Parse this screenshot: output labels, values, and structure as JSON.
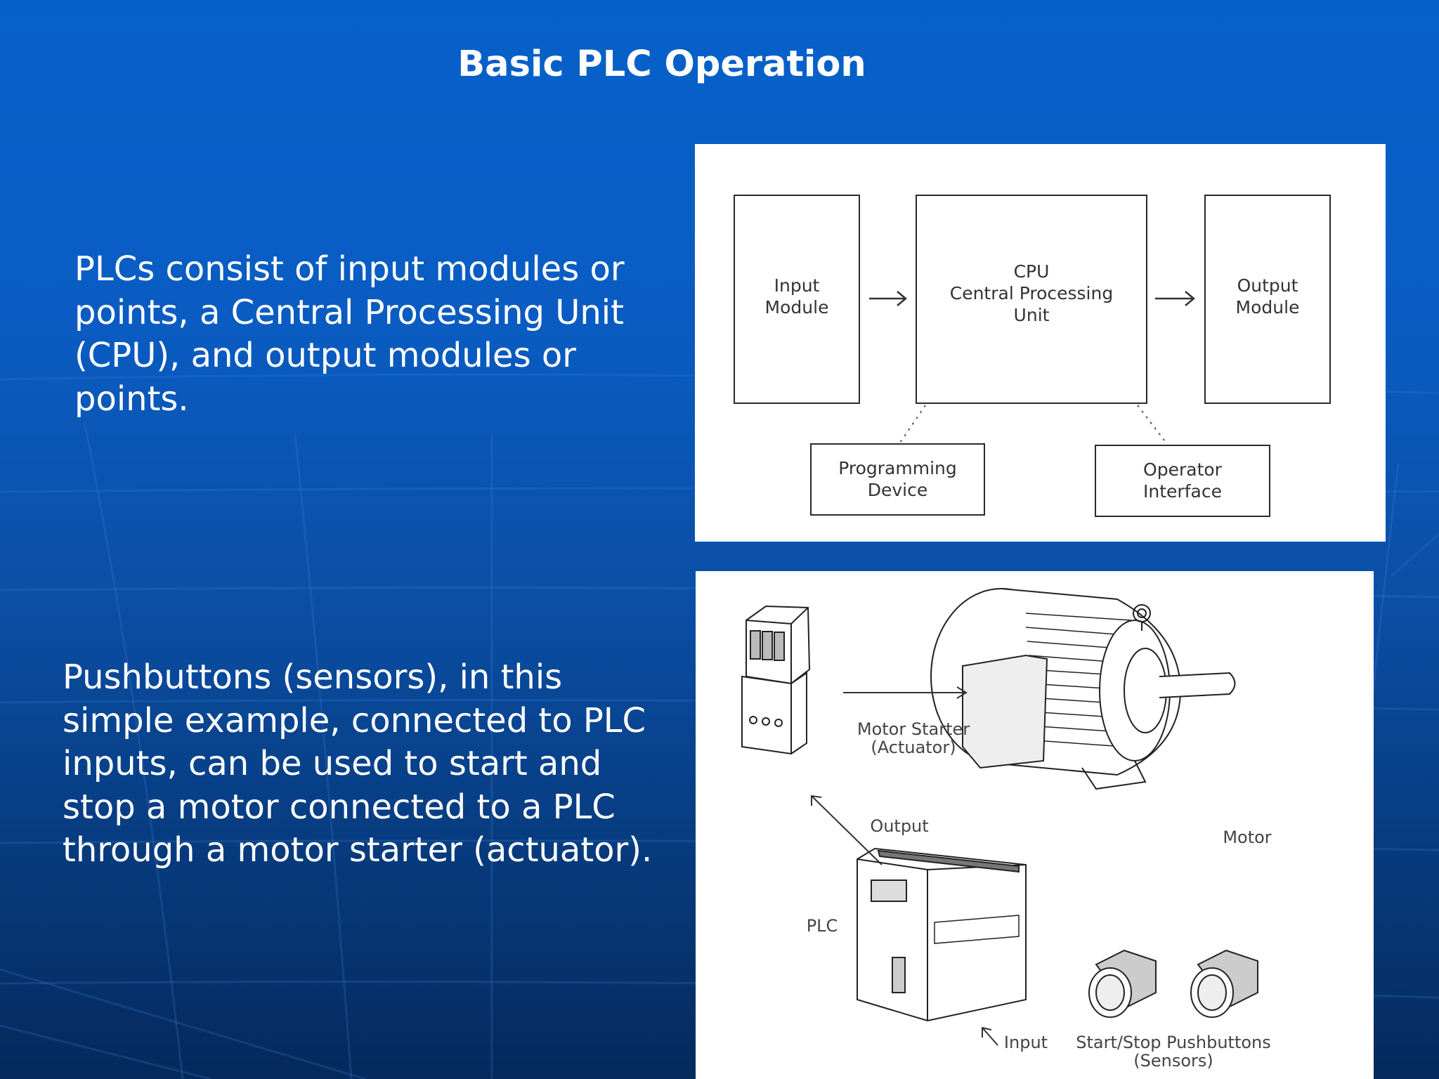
{
  "slide": {
    "title": "Basic PLC Operation",
    "paragraph_1": "PLCs consist of input modules or points, a Central Processing Unit (CPU), and output modules or points.",
    "paragraph_2": "Pushbuttons (sensors), in this simple example, connected to PLC inputs, can be used to start and stop a motor connected to a PLC through a motor starter (actuator)."
  },
  "block_diagram": {
    "input_module": [
      "Input",
      "Module"
    ],
    "cpu": [
      "CPU",
      "Central Processing",
      "Unit"
    ],
    "output_module": [
      "Output",
      "Module"
    ],
    "programming_device": [
      "Programming",
      "Device"
    ],
    "operator_interface": [
      "Operator",
      "Interface"
    ]
  },
  "hardware_diagram": {
    "motor_starter": [
      "Motor Starter",
      "(Actuator)"
    ],
    "motor": "Motor",
    "output": "Output",
    "plc": "PLC",
    "input": "Input",
    "pushbuttons": [
      "Start/Stop Pushbuttons",
      "(Sensors)"
    ]
  },
  "colors": {
    "background_top": "#0561c9",
    "background_bottom": "#052a5c",
    "text": "#ffffff",
    "panel": "#ffffff"
  }
}
